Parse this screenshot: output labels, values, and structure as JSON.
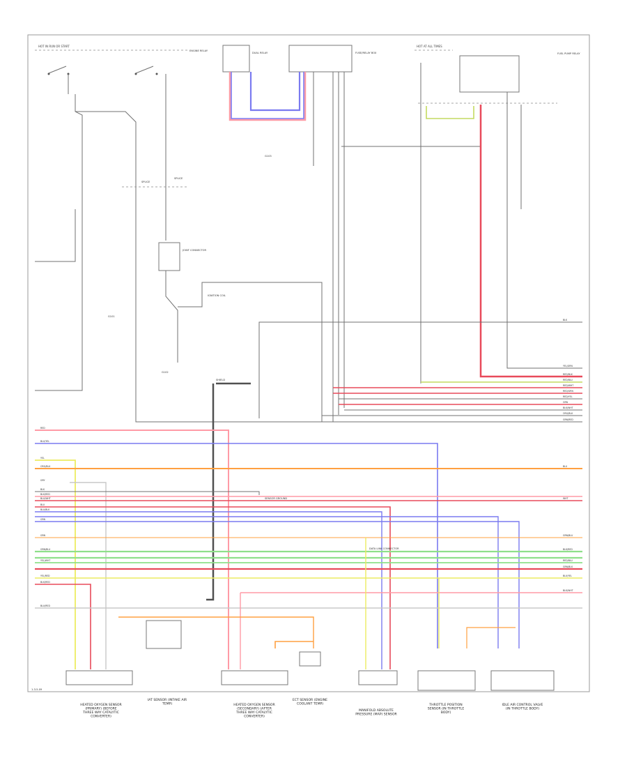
{
  "footer_code": "1-3-5-09",
  "colors": {
    "red": "#e84a5a",
    "pink": "#ff9aa6",
    "blue": "#7a7af0",
    "orange": "#ffa040",
    "green": "#8ee08a",
    "yellow": "#ecec60",
    "black": "#505050",
    "gray": "#8a8a8a",
    "white_gray": "#c8c8c8",
    "yel_grn": "#c4da60"
  },
  "top_labels": {
    "hot_in_run": "HOT IN RUN OR START",
    "hot_at_all_times": "HOT AT ALL TIMES",
    "engine_relay": "ENGINE RELAY",
    "fuse_box_block": "FUSE/RELAY BOX",
    "dual_relay": "DUAL RELAY",
    "fuel_pump_relay": "FUEL PUMP RELAY"
  },
  "mid_labels": {
    "splice_1": "SPLICE",
    "splice_2": "SPLICE",
    "ground_1": "G101",
    "ground_2": "G102",
    "ground_3": "G103",
    "joint_connector": "JOINT CONNECTOR",
    "ignition_coil": "IGNITION COIL",
    "shield": "SHIELD",
    "sensor_ground": "SENSOR GROUND",
    "data_link": "DATA LINK CONNECTOR"
  },
  "right_wire_labels": [
    "BLK",
    "YEL/GRN",
    "RED/BLK",
    "RED/BLU",
    "RED/WHT",
    "RED/GRN",
    "RED/YEL",
    "GRN",
    "BLK/WHT",
    "ORG/BLK",
    "GRN/RED",
    "BLU",
    "WHT",
    "GRN/BLU",
    "BLK/RED",
    "RED/BLU",
    "GRN/BLK",
    "BLU/YEL",
    "BLK/WHT"
  ],
  "left_wire_labels": [
    "RED",
    "BLU/YEL",
    "YEL",
    "ORG/BLK",
    "GRY",
    "BLK",
    "BLK/RED",
    "BLU/WHT",
    "BLU",
    "BLU/BLK",
    "GRN",
    "GRN",
    "GRN/BLU",
    "YEL/WHT",
    "YEL/RED",
    "BLK/RED",
    "BLU/RED"
  ],
  "components": {
    "c1": "HEATED OXYGEN SENSOR (PRIMARY) (BEFORE THREE WAY CATALYTIC CONVERTER)",
    "c2": "IAT SENSOR (INTAKE AIR TEMP)",
    "c3": "HEATED OXYGEN SENSOR (SECONDARY) (AFTER THREE WAY CATALYTIC CONVERTER)",
    "c4": "ECT SENSOR (ENGINE COOLANT TEMP)",
    "c5": "MANIFOLD ABSOLUTE PRESSURE (MAP) SENSOR",
    "c6": "THROTTLE POSITION SENSOR (IN THROTTLE BODY)",
    "c7": "IDLE AIR CONTROL VALVE (IN THROTTLE BODY)"
  }
}
